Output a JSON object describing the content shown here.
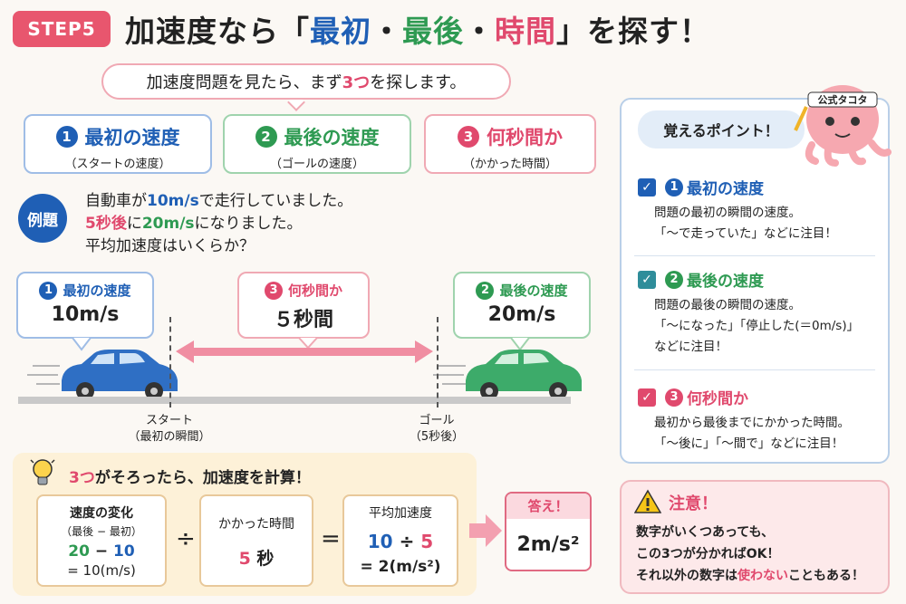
{
  "header": {
    "step": "STEP5",
    "title_pre": "加速度なら「",
    "title_w1": "最初",
    "title_dot1": "・",
    "title_w2": "最後",
    "title_dot2": "・",
    "title_w3": "時間",
    "title_post": "」を探す！"
  },
  "speech": {
    "pre": "加速度問題を見たら、まず",
    "highlight": "3つ",
    "post": "を探します。"
  },
  "targets": [
    {
      "num": "1",
      "label": "最初の速度",
      "sub": "（スタートの速度）"
    },
    {
      "num": "2",
      "label": "最後の速度",
      "sub": "（ゴールの速度）"
    },
    {
      "num": "3",
      "label": "何秒間か",
      "sub": "（かかった時間）"
    }
  ],
  "example": {
    "badge": "例題",
    "l1_pre": "自動車が",
    "l1_val": "10m/s",
    "l1_post": "で走行していました。",
    "l2_val1": "5秒後",
    "l2_mid": "に",
    "l2_val2": "20m/s",
    "l2_post": "になりました。",
    "l3": "平均加速度はいくらか？"
  },
  "diagram": {
    "start_box": {
      "num": "1",
      "label": "最初の速度",
      "value": "10m/s"
    },
    "time_box": {
      "num": "3",
      "label": "何秒間か",
      "value": "５秒間"
    },
    "end_box": {
      "num": "2",
      "label": "最後の速度",
      "value": "20m/s"
    },
    "start_label": "スタート",
    "start_sub": "（最初の瞬間）",
    "goal_label": "ゴール",
    "goal_sub": "（5秒後）"
  },
  "calc": {
    "title_pre": "3つ",
    "title_post": "がそろったら、加速度を計算！",
    "box1_title": "速度の変化",
    "box1_sub": "（最後 − 最初）",
    "box1_a": "20",
    "box1_minus": " − ",
    "box1_b": "10",
    "box1_result": "= 10(m/s)",
    "op_div": "÷",
    "box2_title": "かかった時間",
    "box2_val": "5",
    "box2_unit": "秒",
    "op_eq": "=",
    "box3_title": "平均加速度",
    "box3_a": "10",
    "box3_div": " ÷ ",
    "box3_b": "5",
    "box3_result": "= 2(m/s²)",
    "answer_label": "答え！",
    "answer_value": "2m/s²"
  },
  "points": {
    "title": "覚えるポイント！",
    "mascot_band": "公式タコタ",
    "items": [
      {
        "num": "1",
        "title": "最初の速度",
        "desc1": "問題の最初の瞬間の速度。",
        "desc2": "「〜で走っていた」などに注目！",
        "desc3": ""
      },
      {
        "num": "2",
        "title": "最後の速度",
        "desc1": "問題の最後の瞬間の速度。",
        "desc2": "「〜になった」「停止した(＝0m/s)」",
        "desc3": "などに注目！"
      },
      {
        "num": "3",
        "title": "何秒間か",
        "desc1": "最初から最後までにかかった時間。",
        "desc2": "「〜後に」「〜間で」などに注目！",
        "desc3": ""
      }
    ]
  },
  "caution": {
    "title": "注意！",
    "l1": "数字がいくつあっても、",
    "l2": "この3つが分かればOK！",
    "l3_pre": "それ以外の数字は",
    "l3_hl": "使わない",
    "l3_post": "こともある！"
  },
  "colors": {
    "blue": "#1f5fb5",
    "green": "#2e9a52",
    "pink": "#e0496d",
    "blue_car": "#2f6fc4",
    "green_car": "#3dab6a"
  }
}
